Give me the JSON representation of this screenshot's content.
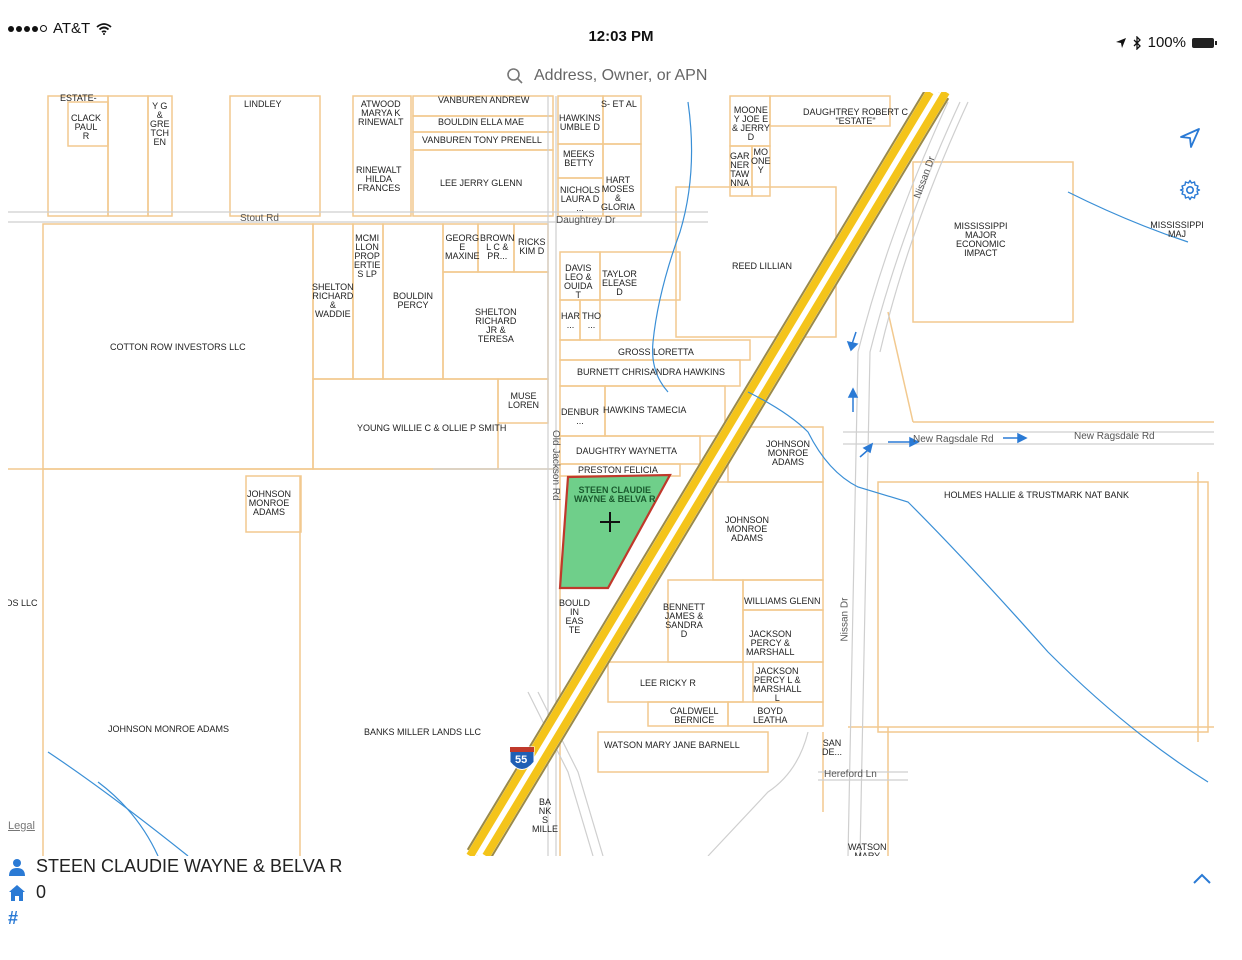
{
  "status_bar": {
    "carrier": "AT&T",
    "time": "12:03 PM",
    "battery": "100%"
  },
  "search": {
    "placeholder": "Address, Owner, or APN"
  },
  "map": {
    "roads": {
      "stout_rd": "Stout Rd",
      "daughtrey_dr": "Daughtrey Dr",
      "old_jackson_rd": "Old Jackson Rd",
      "nissan_dr_top": "Nissan Dr",
      "nissan_dr_bottom": "Nissan Dr",
      "new_ragsdale_1": "New Ragsdale Rd",
      "new_ragsdale_2": "New Ragsdale Rd",
      "hereford_ln": "Hereford Ln",
      "interstate_shield": "55"
    },
    "parcels": [
      "ESTATE-",
      "CLACK\nPAUL\nR",
      "Y G\n&\nGRE\nTCH\nEN",
      "LINDLEY",
      "ATWOOD\nMARYA K\nRINEWALT",
      "VANBUREN ANDREW",
      "BOULDIN ELLA MAE",
      "VANBUREN TONY PRENELL",
      "RINEWALT\nHILDA\nFRANCES",
      "LEE JERRY GLENN",
      "HAWKINS\nUMBLE D",
      "S- ET AL",
      "MEEKS\nBETTY",
      "NICHOLS\nLAURA D\n...",
      "HART\nMOSES\n&\nGLORIA",
      "MOONE\nY JOE E\n& JERRY\nD",
      "GAR\nNER\nTAW\nNNA",
      "MO\nONE\nY",
      "DAUGHTREY ROBERT C\n\"ESTATE\"",
      "MISSISSIPPI MAJ",
      "MISSISSIPPI\nMAJOR\nECONOMIC\nIMPACT",
      "MCMI\nLLON\nPROP\nERTIE\nS LP",
      "GEORG\nE\nMAXINE",
      "BROWN\nL C &\nPR...",
      "RICKS\nKIM D",
      "DAVIS\nLEO &\nOUIDA\nT",
      "TAYLOR\nELEASE\nD",
      "REED LILLIAN",
      "SHELTON\nRICHARD\n&\nWADDIE",
      "BOULDIN\nPERCY",
      "SHELTON\nRICHARD\nJR &\nTERESA",
      "HAR\n...",
      "THO\n...",
      "COTTON ROW INVESTORS LLC",
      "GROSS LORETTA",
      "BURNETT CHRISANDRA HAWKINS",
      "MUSE\nLOREN",
      "DENBUR\n...",
      "HAWKINS TAMECIA",
      "YOUNG WILLIE C & OLLIE P SMITH",
      "DAUGHTRY WAYNETTA",
      "JOHNSON\nMONROE\nADAMS",
      "PRESTON FELICIA",
      "HOLMES HALLIE & TRUSTMARK NAT BANK",
      "JOHNSON\nMONROE\nADAMS",
      "STEEN CLAUDIE\nWAYNE & BELVA R",
      "JOHNSON\nMONROE\nADAMS",
      "DS LLC",
      "BOULD\nIN\nEAS\nTE",
      "BENNETT\nJAMES &\nSANDRA\nD",
      "WILLIAMS GLENN",
      "JACKSON\nPERCY &\nMARSHALL",
      "LEE RICKY R",
      "JACKSON\nPERCY L &\nMARSHALL\nL",
      "CALDWELL\nBERNICE",
      "BOYD\nLEATHA",
      "JOHNSON MONROE ADAMS",
      "BANKS MILLER LANDS LLC",
      "WATSON MARY JANE BARNELL",
      "SAN\nDE...",
      "BA\nNK\nS\nMILLE",
      "WATSON\nMARY"
    ],
    "legal_link": "Legal",
    "colors": {
      "parcel_line": "#f2c98f",
      "highway": "#f4c41a",
      "selected_fill": "#6fcf8a",
      "selected_border": "#c0392b",
      "water": "#3a8fd6",
      "accent": "#2a7ad5"
    }
  },
  "info_panel": {
    "owner": "STEEN CLAUDIE WAYNE & BELVA R",
    "address_number": "0",
    "apn": ""
  }
}
